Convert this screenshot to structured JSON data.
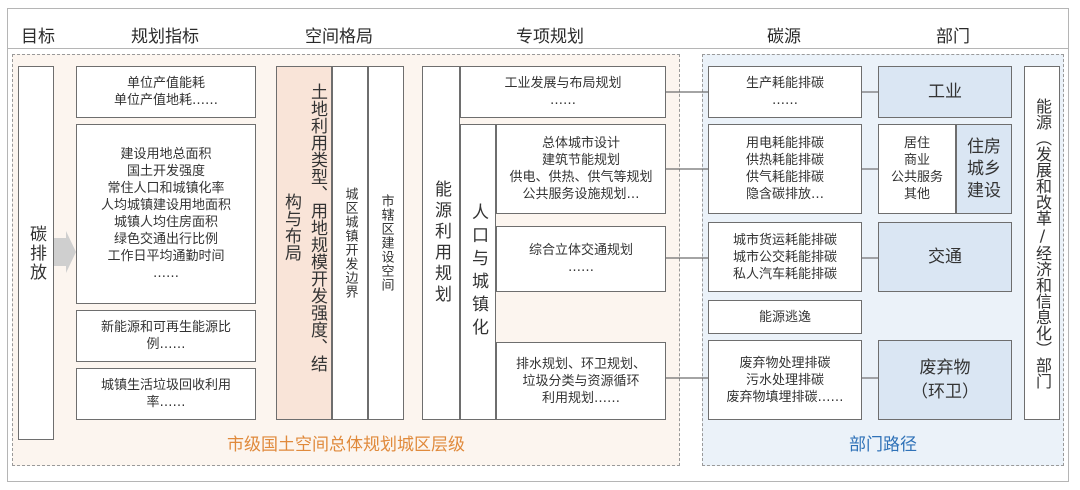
{
  "headers": {
    "target": "目标",
    "indicators": "规划指标",
    "spatial": "空间格局",
    "special": "专项规划",
    "carbon_source": "碳源",
    "department": "部门"
  },
  "target_label": "碳排放",
  "indicators": {
    "box1": "单位产值能耗\n单位产值地耗……",
    "box2": "建设用地总面积\n国土开发强度\n常住人口和城镇化率\n人均城镇建设用地面积\n城镇人均住房面积\n绿色交通出行比例\n工作日平均通勤时间\n……",
    "box3": "新能源和可再生能源比例……",
    "box4": "城镇生活垃圾回收利用率……"
  },
  "spatial": {
    "col1a": "开发强度、结构与布局",
    "col1b": "土地利用类型、用地规模",
    "col2": "城区城镇开发边界",
    "col3": "市辖区建设空间"
  },
  "energy_use": "能源利用规划",
  "population_urbanization": "人口与城镇化",
  "special_plans": {
    "industry": "工业发展与布局规划\n……",
    "urban_design": "总体城市设计\n建筑节能规划\n供电、供热、供气等规划\n公共服务设施规划…",
    "transport": "综合立体交通规划\n……",
    "waste": "排水规划、环卫规划、\n垃圾分类与资源循环\n利用规划……"
  },
  "carbon_sources": {
    "production": "生产耗能排碳\n……",
    "building": "用电耗能排碳\n供热耗能排碳\n供气耗能排碳\n隐含碳排放…",
    "transport": "城市货运耗能排碳\n城市公交耗能排碳\n私人汽车耗能排碳",
    "fugitive": "能源逃逸",
    "waste": "废弃物处理排碳\n污水处理排碳\n废弃物填埋排碳……"
  },
  "departments": {
    "industry": "工业",
    "building_types": "居住\n商业\n公共服务\n其他",
    "housing": "住房城乡建设",
    "transport": "交通",
    "waste": "废弃物\n（环卫）",
    "energy": "能源（发展和改革/经济和信息化）部门"
  },
  "region_labels": {
    "left": "市级国土空间总体规划城区层级",
    "right": "部门路径"
  },
  "colors": {
    "orange_label": "#e08a3c",
    "blue_label": "#2f72b8",
    "highlight_fill": "#f9e4d8",
    "dept_fill": "#dae6f3"
  }
}
